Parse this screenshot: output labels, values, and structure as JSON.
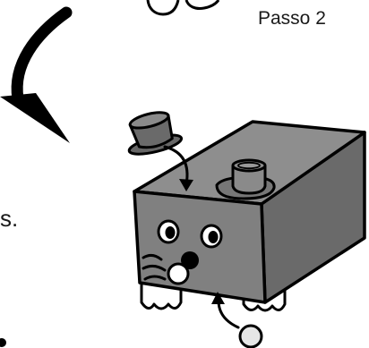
{
  "step_label": "Passo 2",
  "edge_text": "s.",
  "illustration": {
    "subject": "box-robot-face",
    "colors": {
      "box_front": "#808080",
      "box_top": "#8e8e8e",
      "box_side": "#6a6a6a",
      "outline": "#000000",
      "background": "#ffffff"
    }
  }
}
